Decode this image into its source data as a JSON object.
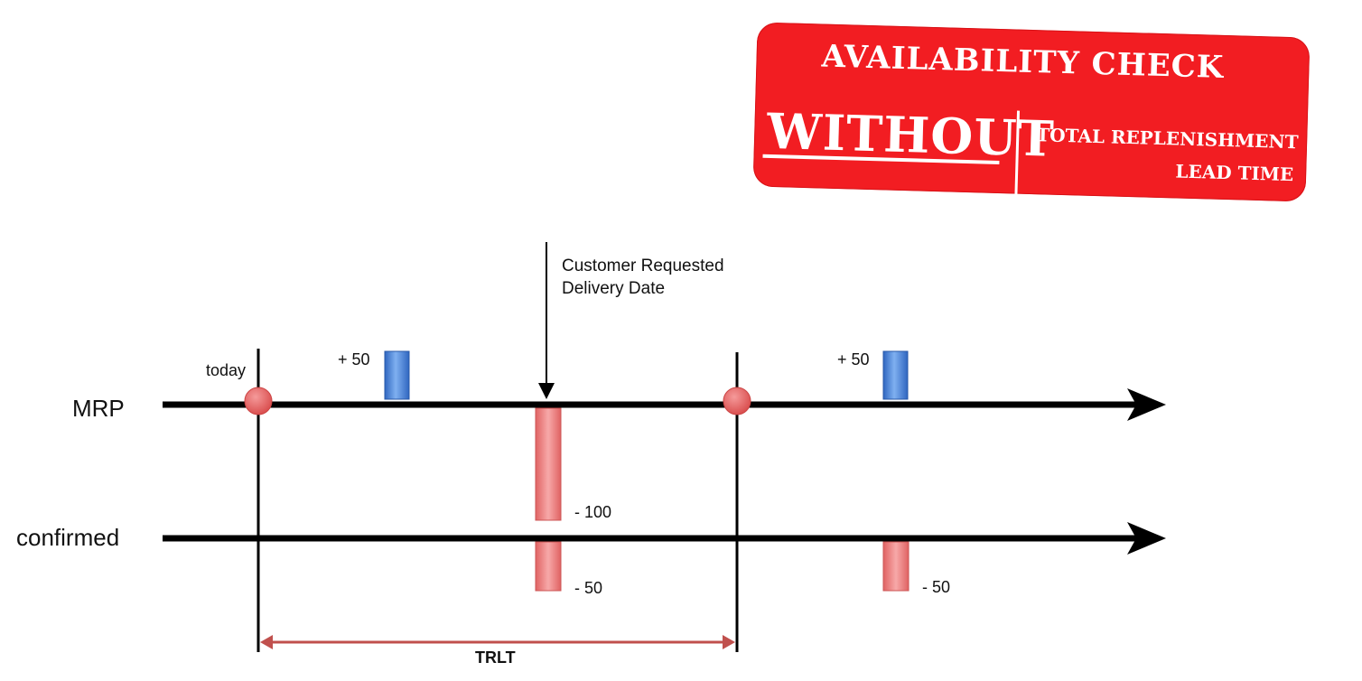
{
  "stamp": {
    "title": "AVAILABILITY CHECK",
    "without": "WITHOUT",
    "line1": "TOTAL REPLENISHMENT",
    "line2": "LEAD TIME"
  },
  "annotation": {
    "line1": "Customer Requested",
    "line2": "Delivery Date"
  },
  "timelines": {
    "mrp": "MRP",
    "confirmed": "confirmed"
  },
  "markers": {
    "today": "today"
  },
  "quantities": {
    "receipt1": "+ 50",
    "receipt2": "+ 50",
    "demand": "- 100",
    "confirmed1": "- 50",
    "confirmed2": "- 50"
  },
  "span": {
    "label": "TRLT"
  },
  "colors": {
    "receipt": "#4a86d8",
    "demand": "#ee7b7b",
    "marker": "#e05555",
    "span": "#c0504d",
    "stamp": "#f21d22"
  }
}
